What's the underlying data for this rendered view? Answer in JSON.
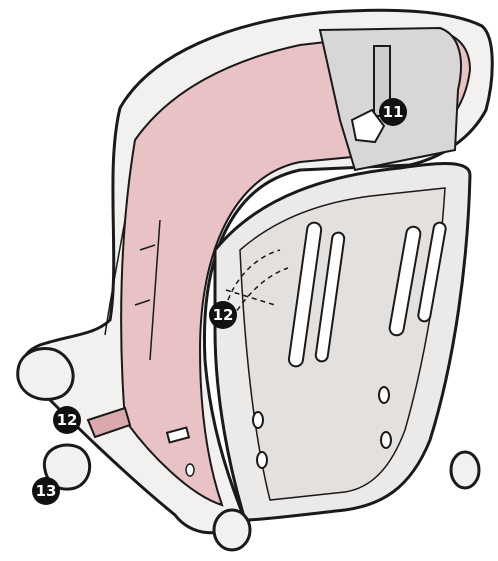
{
  "callouts": [
    {
      "id": "c11",
      "label": "11"
    },
    {
      "id": "c12a",
      "label": "12"
    },
    {
      "id": "c12b",
      "label": "12"
    },
    {
      "id": "c13",
      "label": "13"
    }
  ],
  "colors": {
    "outline": "#1a1a1a",
    "shell_fill": "#f3f1ef",
    "shell_shadow": "#e3e0de",
    "interior_pink": "#e8c2c4",
    "interior_pink_dark": "#d9a9ad",
    "back_gray": "#d8d6d6",
    "callout_fill": "#111111"
  }
}
